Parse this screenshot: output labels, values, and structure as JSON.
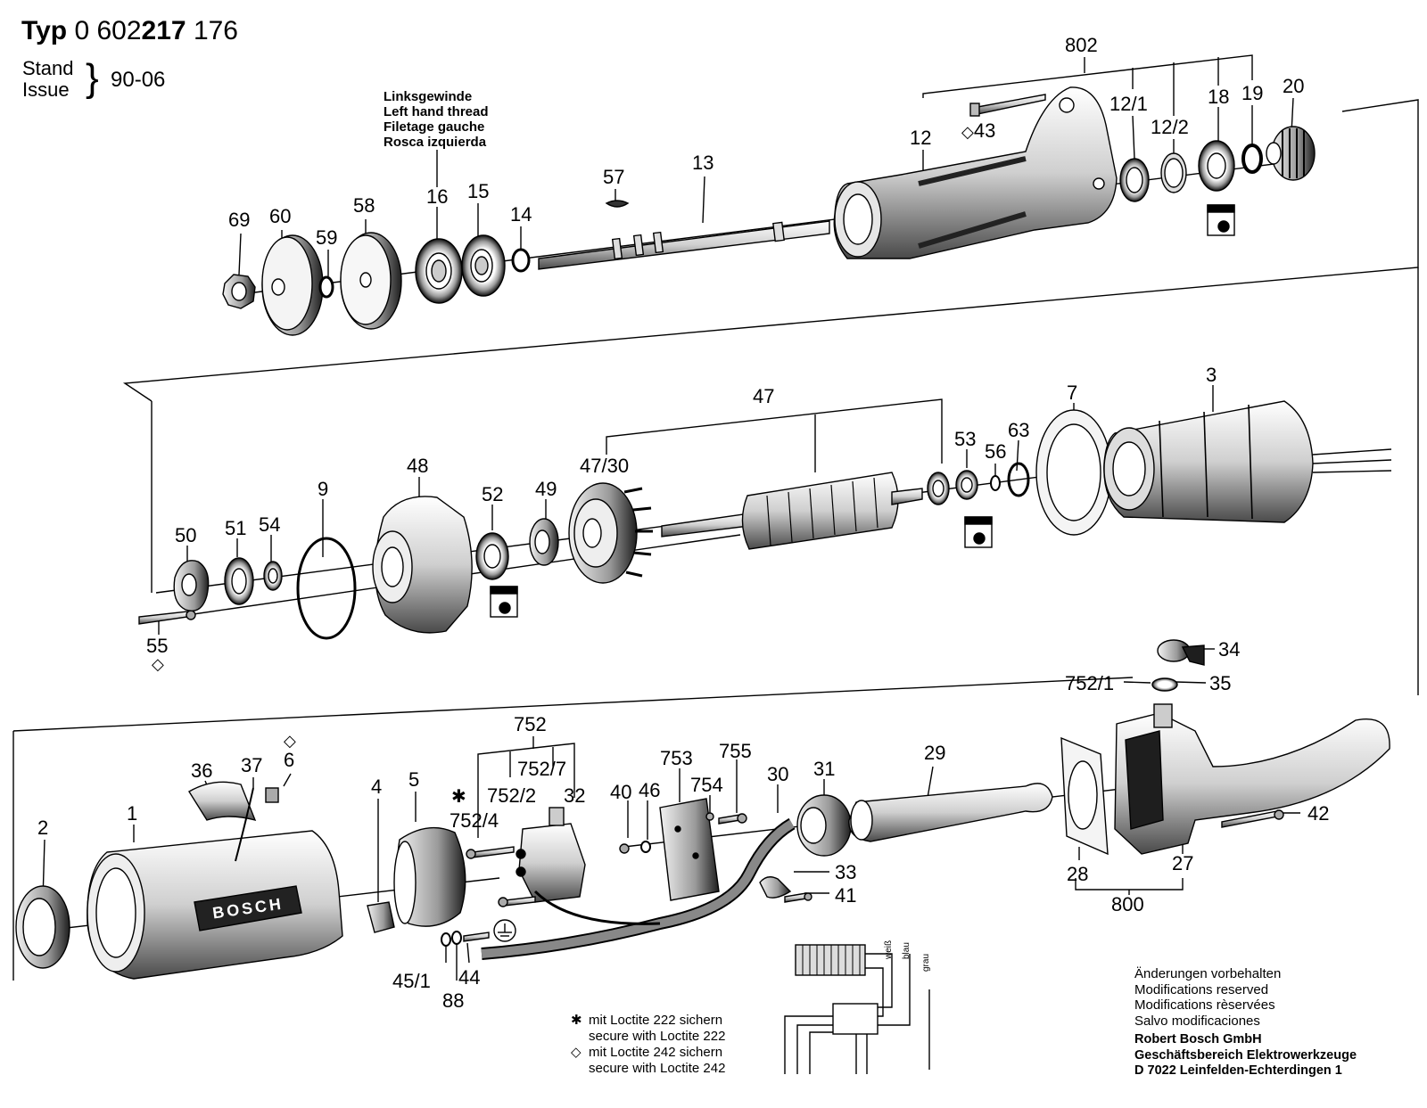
{
  "header": {
    "typ_word": "Typ",
    "typ_part1": "0 602",
    "typ_part2": "217",
    "typ_part3": "176",
    "stand_label": "Stand",
    "issue_label": "Issue",
    "brace": "}",
    "date": "90-06"
  },
  "thread_note": {
    "lines": [
      "Linksgewinde",
      "Left hand thread",
      "Filetage gauche",
      "Rosca izquierda"
    ]
  },
  "brand_text": "BOSCH",
  "part_labels": {
    "p69": "69",
    "p60": "60",
    "p59": "59",
    "p58": "58",
    "p16": "16",
    "p15": "15",
    "p14": "14",
    "p57": "57",
    "p13": "13",
    "p12": "12",
    "p43": "43",
    "p802": "802",
    "p12_1": "12/1",
    "p12_2": "12/2",
    "p18": "18",
    "p19": "19",
    "p20": "20",
    "p50": "50",
    "p51": "51",
    "p54": "54",
    "p9": "9",
    "p48": "48",
    "p52": "52",
    "p49": "49",
    "p47_30": "47/30",
    "p47": "47",
    "p53": "53",
    "p56": "56",
    "p63": "63",
    "p7": "7",
    "p3": "3",
    "p55": "55",
    "p2": "2",
    "p1": "1",
    "p36": "36",
    "p37": "37",
    "p6": "6",
    "p4": "4",
    "p5": "5",
    "p752": "752",
    "p752_7": "752/7",
    "p752_2": "752/2",
    "p32": "32",
    "p752_4": "752/4",
    "p40": "40",
    "p46": "46",
    "p753": "753",
    "p755": "755",
    "p754": "754",
    "p30": "30",
    "p31": "31",
    "p29": "29",
    "p28": "28",
    "p27": "27",
    "p800": "800",
    "p42": "42",
    "p34": "34",
    "p35": "35",
    "p752_1": "752/1",
    "p33": "33",
    "p41": "41",
    "p45_1": "45/1",
    "p44": "44",
    "p88": "88"
  },
  "legend": {
    "star_symbol": "✱",
    "star_line1": "mit Loctite 222 sichern",
    "star_line2": "secure with Loctite 222",
    "diamond_symbol": "◇",
    "diamond_line1": "mit Loctite 242 sichern",
    "diamond_line2": "secure with Loctite 242"
  },
  "notes": {
    "mod_lines": [
      "Änderungen vorbehalten",
      "Modifications reserved",
      "Modifications rèservées",
      "Salvo modificaciones"
    ],
    "company_lines": [
      "Robert Bosch GmbH",
      "Geschäftsbereich Elektrowerkzeuge",
      "D 7022 Leinfelden-Echterdingen 1"
    ]
  },
  "wiring_labels": [
    "weiß",
    "blau",
    "grau"
  ],
  "symbols": {
    "diamond": "◇",
    "star": "✱",
    "ground": "⏚"
  }
}
